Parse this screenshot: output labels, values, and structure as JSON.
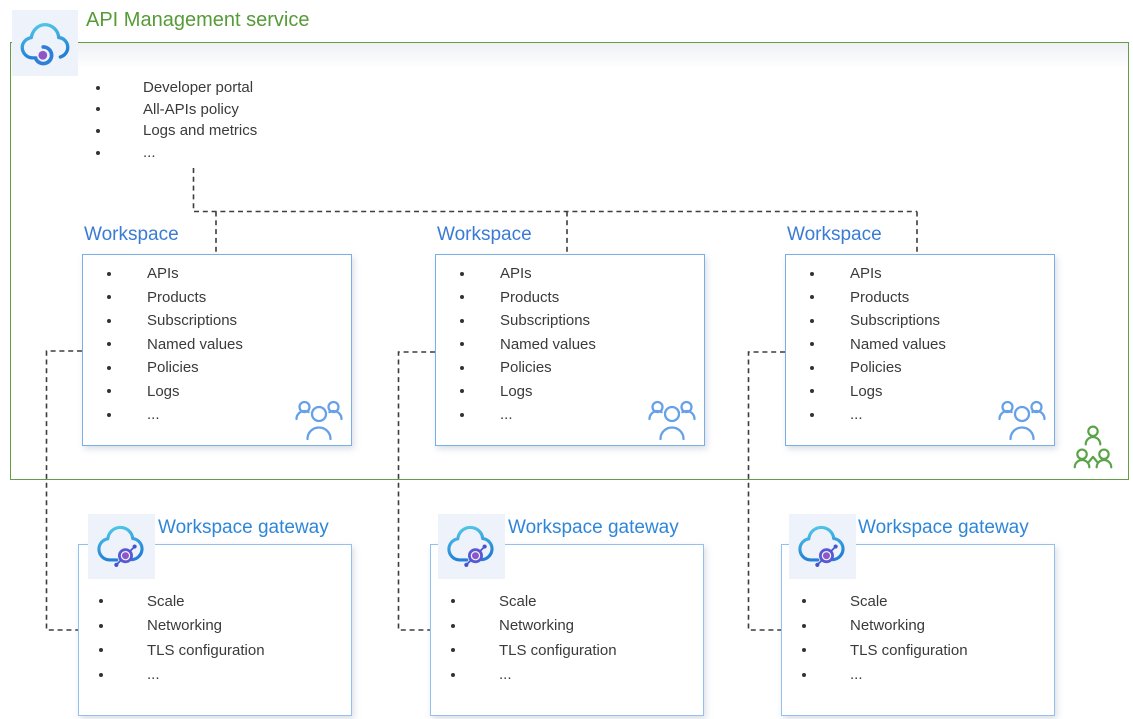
{
  "service": {
    "title": "API Management service",
    "items": [
      "Developer portal",
      "All-APIs policy",
      "Logs and metrics",
      "..."
    ]
  },
  "workspaces": [
    {
      "title": "Workspace",
      "items": [
        "APIs",
        "Products",
        "Subscriptions",
        "Named values",
        "Policies",
        "Logs",
        "..."
      ]
    },
    {
      "title": "Workspace",
      "items": [
        "APIs",
        "Products",
        "Subscriptions",
        "Named values",
        "Policies",
        "Logs",
        "..."
      ]
    },
    {
      "title": "Workspace",
      "items": [
        "APIs",
        "Products",
        "Subscriptions",
        "Named values",
        "Policies",
        "Logs",
        "..."
      ]
    }
  ],
  "gateways": [
    {
      "title": "Workspace gateway",
      "items": [
        "Scale",
        "Networking",
        "TLS configuration",
        "..."
      ]
    },
    {
      "title": "Workspace gateway",
      "items": [
        "Scale",
        "Networking",
        "TLS configuration",
        "..."
      ]
    },
    {
      "title": "Workspace gateway",
      "items": [
        "Scale",
        "Networking",
        "TLS configuration",
        "..."
      ]
    }
  ],
  "icons": {
    "service": "api-management-cloud-icon",
    "gateway": "workspace-gateway-cloud-icon",
    "workspace_members": "people-group-icon",
    "collaborators": "people-collaboration-icon"
  },
  "colors": {
    "service_title_green": "#569b38",
    "service_border_green": "#669b4a",
    "workspace_title_blue": "#3a7bd5",
    "workspace_border_blue": "#79aee6",
    "gateway_title_blue": "#2e86d8",
    "gateway_border_blue": "#93c0ee",
    "list_text": "#3a3a3a",
    "connector_gray": "#3d3d3d",
    "people_blue": "#66a1e8",
    "people_green": "#5ba348",
    "icon_purple": "#8f56c9"
  }
}
